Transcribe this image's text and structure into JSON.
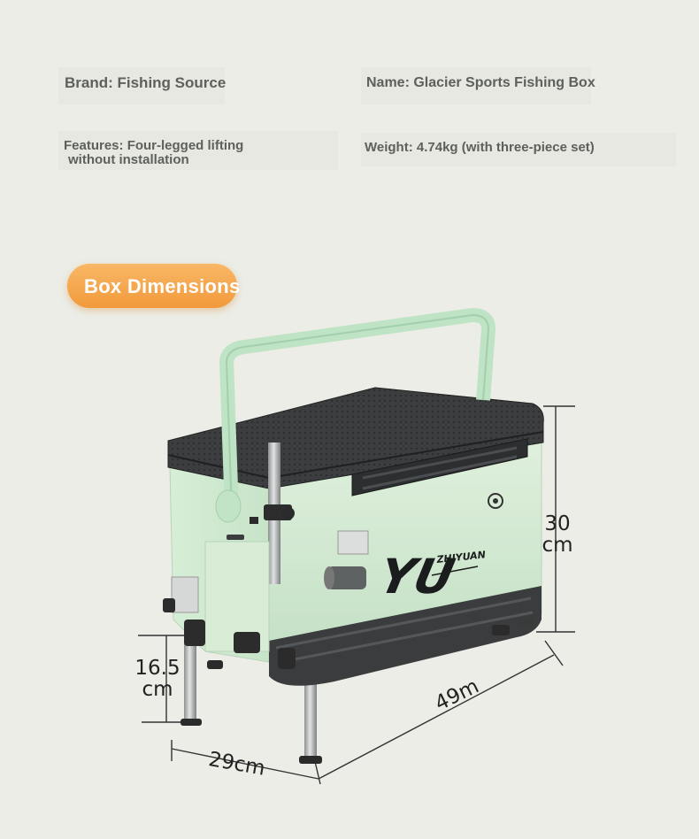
{
  "specs": {
    "brand": "Brand: Fishing Source",
    "name": "Name: Glacier Sports Fishing Box",
    "features_line1": "Features: Four-legged lifting",
    "features_line2": "without installation",
    "weight": "Weight: 4.74kg (with three-piece set)"
  },
  "badge": {
    "label": "Box Dimensions"
  },
  "dimensions": {
    "height_value": "30",
    "height_unit": "cm",
    "leg_value": "16.5",
    "leg_unit": "cm",
    "width": "29cm",
    "length": "49m"
  },
  "box_branding": {
    "logo_main": "YU",
    "logo_sub": "ZHIYUAN"
  },
  "colors": {
    "background": "#ebede6",
    "badge_orange": "#f29a3c",
    "box_mint": "#cfe7cf",
    "lid_dark": "#3a3c3d"
  }
}
